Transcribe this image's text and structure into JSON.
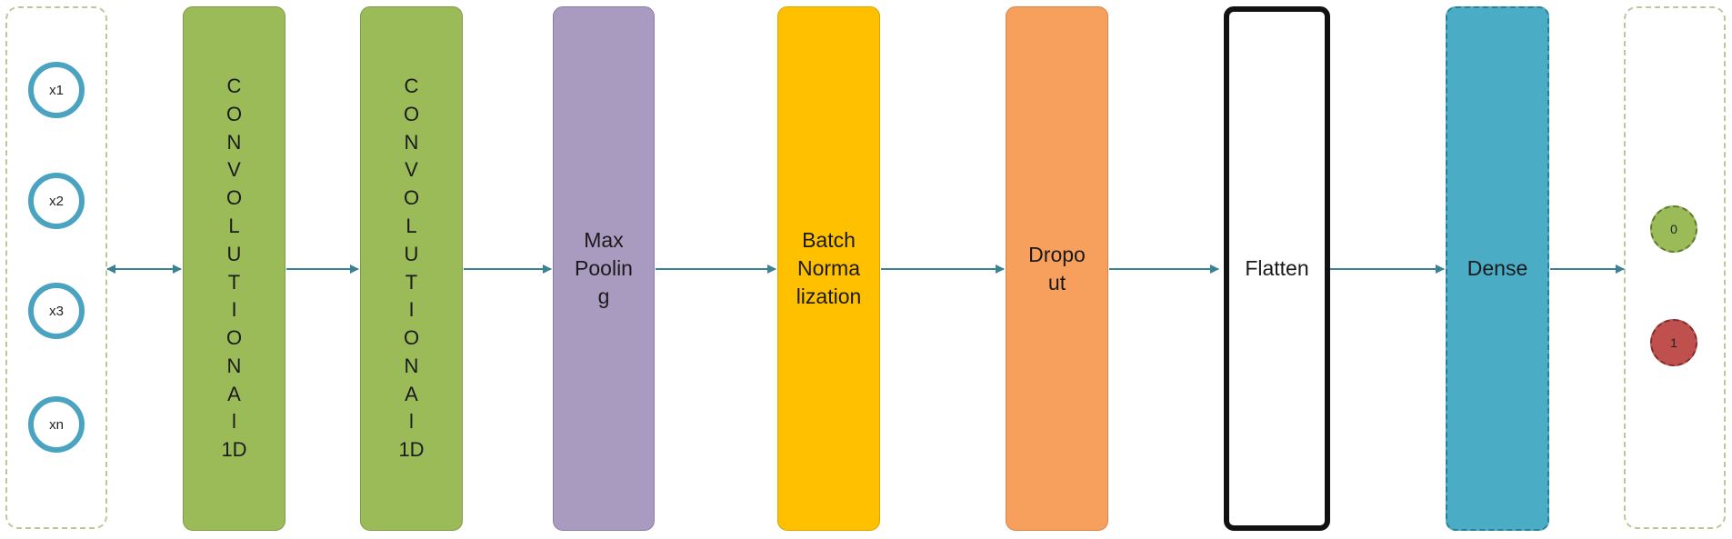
{
  "inputs": [
    "x1",
    "x2",
    "x3",
    "xn"
  ],
  "layers": [
    {
      "id": "conv1",
      "label": "C\nO\nN\nV\nO\nL\nU\nT\nI\nO\nN\nA\nl\n1D"
    },
    {
      "id": "conv2",
      "label": "C\nO\nN\nV\nO\nL\nU\nT\nI\nO\nN\nA\nl\n1D"
    },
    {
      "id": "pool",
      "label": "Max\nPoolin\ng"
    },
    {
      "id": "bn",
      "label": "Batch\nNorma\nlization"
    },
    {
      "id": "drop",
      "label": "Dropo\nut"
    },
    {
      "id": "flat",
      "label": "Flatten"
    },
    {
      "id": "dense",
      "label": "Dense"
    }
  ],
  "outputs": [
    "0",
    "1"
  ],
  "colors": {
    "conv": "#9bbb59",
    "pool": "#a99bc0",
    "batch_norm": "#ffc000",
    "dropout": "#f79f5c",
    "flatten": "#ffffff",
    "dense": "#4bacc6",
    "input_ring": "#4aa3c0",
    "output_0": "#9bbb59",
    "output_1": "#c0504d",
    "arrow": "#3b8295"
  }
}
